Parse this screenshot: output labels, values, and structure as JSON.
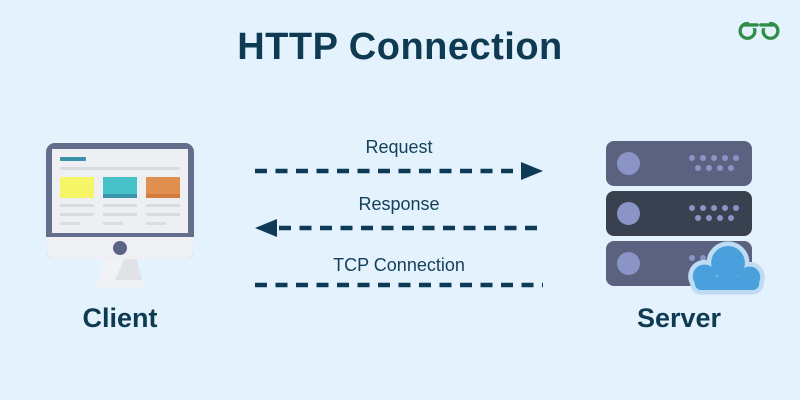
{
  "page": {
    "title": "HTTP Connection"
  },
  "logo": {
    "name": "geeksforgeeks-logo",
    "color": "#2f8d46"
  },
  "client": {
    "label": "Client",
    "icon": "desktop-monitor-icon"
  },
  "server": {
    "label": "Server",
    "icon": "server-rack-icon",
    "cloud_icon": "cloud-icon",
    "units": 3
  },
  "arrows": [
    {
      "label": "Request",
      "direction": "right",
      "style": "dashed",
      "icon": "arrow-right-icon"
    },
    {
      "label": "Response",
      "direction": "left",
      "style": "dashed",
      "icon": "arrow-left-icon"
    },
    {
      "label": "TCP Connection",
      "direction": "none",
      "style": "dashed",
      "icon": "dashed-line"
    }
  ],
  "colors": {
    "background": "#e3f2fc",
    "heading_text": "#0e3a52",
    "arrow": "#0d3a54",
    "logo_green": "#2f8d46",
    "monitor_frame": "#636d8c",
    "screen_bg": "#edeff3",
    "card_yellow": "#f5f566",
    "card_teal": "#47c2c9",
    "card_orange": "#e18f4f",
    "teal_bar": "#3a92a6",
    "server_unit_light": "#5a6280",
    "server_unit_dark": "#394050",
    "server_accent": "#8b94c6",
    "cloud_fill": "#4aa0dc",
    "cloud_border": "#bfdcf4"
  }
}
